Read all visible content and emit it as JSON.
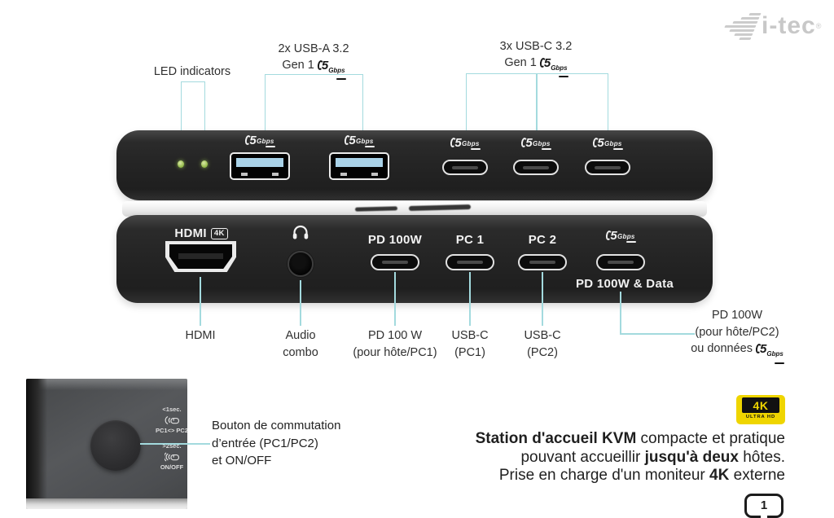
{
  "brand": {
    "name": "i-tec",
    "reg": "®"
  },
  "speed": {
    "num": "5",
    "unit": "Gbps"
  },
  "top": {
    "led_label": "LED indicators",
    "usba_l1": "2x USB-A 3.2",
    "usba_l2": "Gen 1",
    "usbc_l1": "3x USB-C 3.2",
    "usbc_l2": "Gen 1"
  },
  "device_front": {
    "hdmi": "HDMI",
    "hdmi_badge": "4K",
    "pd": "PD 100W",
    "pc1": "PC 1",
    "pc2": "PC 2",
    "pd_data": "PD 100W & Data"
  },
  "labels": {
    "hdmi": "HDMI",
    "audio_l1": "Audio",
    "audio_l2": "combo",
    "pd_l1": "PD 100 W",
    "pd_l2": "(pour hôte/PC1)",
    "pc1_l1": "USB-C",
    "pc1_l2": "(PC1)",
    "pc2_l1": "USB-C",
    "pc2_l2": "(PC2)",
    "right_l1": "PD 100W",
    "right_l2": "(pour hôte/PC2)",
    "right_l3": "ou données"
  },
  "corner": {
    "short_press": "<1sec.",
    "switch_label": "PC1<> PC2",
    "long_press": ">2sec.",
    "onoff": "ON/OFF",
    "caption_l1": "Bouton de commutation",
    "caption_l2": "d’entrée (PC1/PC2)",
    "caption_l3": "et ON/OFF"
  },
  "badge4k": {
    "title": "4K",
    "subtitle": "ULTRA HD"
  },
  "desc": {
    "l1b": "Station d'accueil KVM",
    "l1r": " compacte et pratique",
    "l2a": "pouvant accueillir ",
    "l2b": "jusqu'à deux",
    "l2c": " hôtes.",
    "l3a": "Prise en charge d'un moniteur ",
    "l3b": "4K",
    "l3c": " externe"
  },
  "monitor": {
    "count": "1"
  }
}
